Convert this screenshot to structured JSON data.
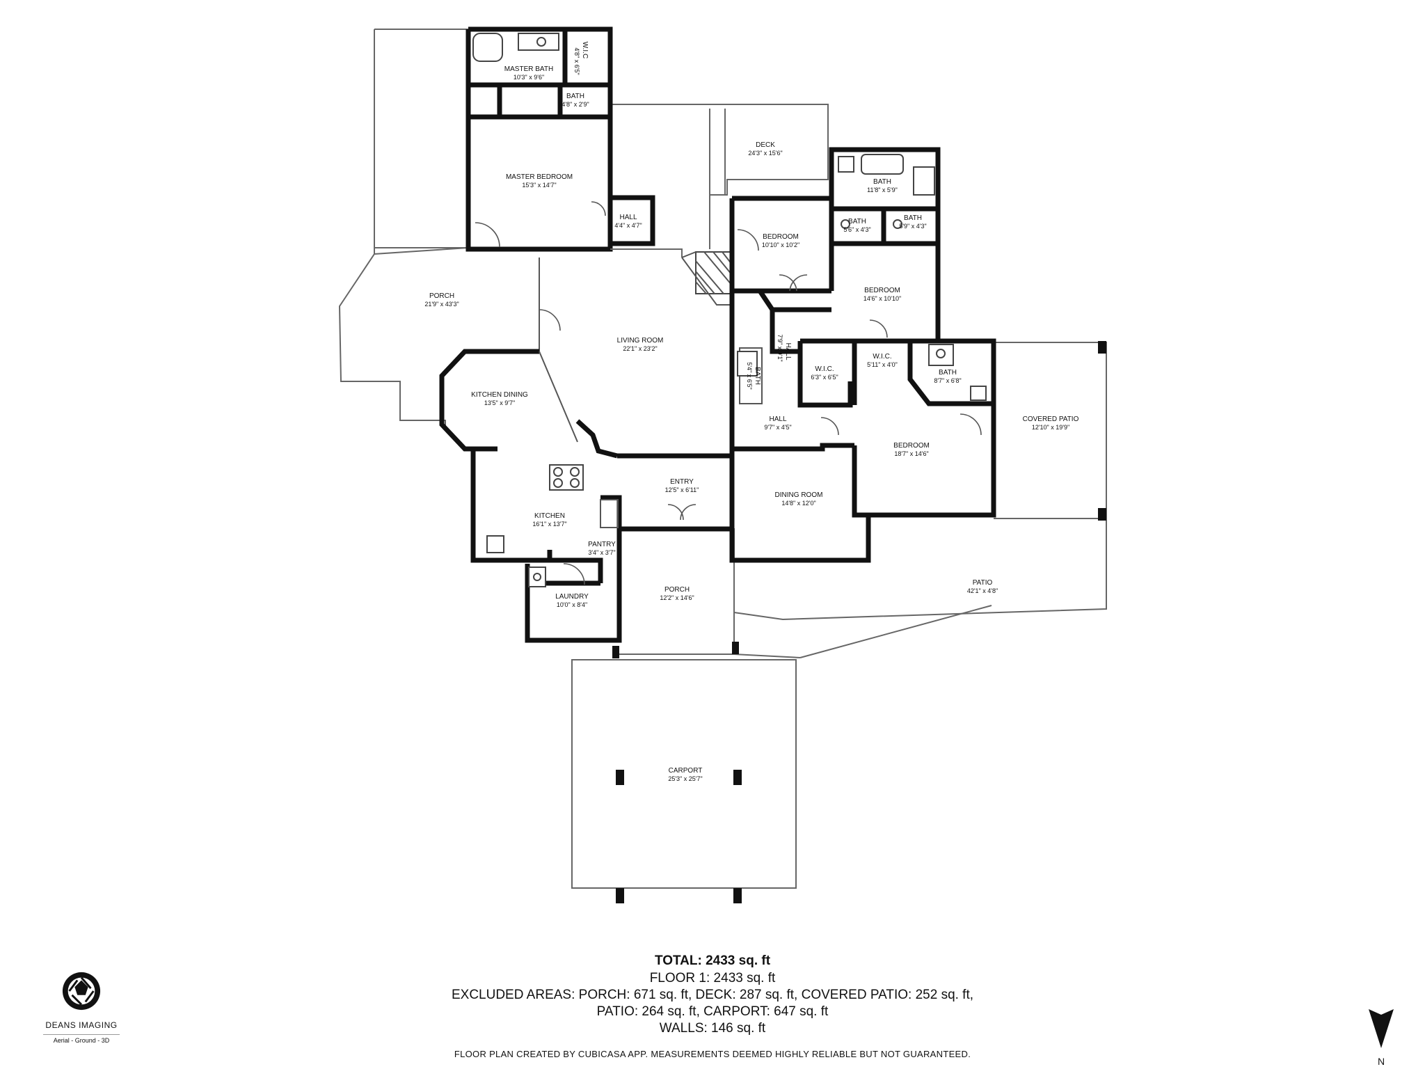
{
  "rooms": [
    {
      "name": "MASTER BATH",
      "dims": "10'3\" x 9'6\""
    },
    {
      "name": "W.I.C",
      "dims": "4'8\" x 6'5\""
    },
    {
      "name": "BATH",
      "dims": "4'8\" x 2'9\""
    },
    {
      "name": "MASTER BEDROOM",
      "dims": "15'3\" x 14'7\""
    },
    {
      "name": "HALL",
      "dims": "4'4\" x 4'7\""
    },
    {
      "name": "DECK",
      "dims": "24'3\" x 15'6\""
    },
    {
      "name": "BATH",
      "dims": "11'8\" x 5'9\""
    },
    {
      "name": "BATH",
      "dims": "5'6\" x 4'3\""
    },
    {
      "name": "BATH",
      "dims": "5'9\" x 4'3\""
    },
    {
      "name": "BEDROOM",
      "dims": "10'10\" x 10'2\""
    },
    {
      "name": "BEDROOM",
      "dims": "14'6\" x 10'10\""
    },
    {
      "name": "PORCH",
      "dims": "21'9\" x 43'3\""
    },
    {
      "name": "LIVING ROOM",
      "dims": "22'1\" x 23'2\""
    },
    {
      "name": "HALL",
      "dims": "7'9\" x 9'1\""
    },
    {
      "name": "BATH",
      "dims": "5'4\" x 6'5\""
    },
    {
      "name": "W.I.C.",
      "dims": "6'3\" x 6'5\""
    },
    {
      "name": "W.I.C.",
      "dims": "5'11\" x 4'0\""
    },
    {
      "name": "BATH",
      "dims": "8'7\" x 6'8\""
    },
    {
      "name": "KITCHEN DINING",
      "dims": "13'5\" x 9'7\""
    },
    {
      "name": "HALL",
      "dims": "9'7\" x 4'5\""
    },
    {
      "name": "BEDROOM",
      "dims": "18'7\" x 14'6\""
    },
    {
      "name": "COVERED PATIO",
      "dims": "12'10\" x 19'9\""
    },
    {
      "name": "ENTRY",
      "dims": "12'5\" x 6'11\""
    },
    {
      "name": "DINING ROOM",
      "dims": "14'8\" x 12'0\""
    },
    {
      "name": "KITCHEN",
      "dims": "16'1\" x 13'7\""
    },
    {
      "name": "PANTRY",
      "dims": "3'4\" x 3'7\""
    },
    {
      "name": "LAUNDRY",
      "dims": "10'0\" x 8'4\""
    },
    {
      "name": "PORCH",
      "dims": "12'2\" x 14'6\""
    },
    {
      "name": "PATIO",
      "dims": "42'1\" x 4'8\""
    },
    {
      "name": "CARPORT",
      "dims": "25'3\" x 25'7\""
    }
  ],
  "summary": {
    "total": "TOTAL: 2433 sq. ft",
    "floor1": "FLOOR 1: 2433 sq. ft",
    "excluded_line1": "EXCLUDED AREAS: PORCH: 671 sq. ft, DECK: 287 sq. ft, COVERED PATIO: 252 sq. ft,",
    "excluded_line2": "PATIO: 264 sq. ft, CARPORT: 647 sq. ft",
    "walls": "WALLS: 146 sq. ft"
  },
  "disclaimer": "FLOOR PLAN CREATED BY CUBICASA APP. MEASUREMENTS DEEMED HIGHLY RELIABLE BUT NOT GUARANTEED.",
  "logo": {
    "name": "DEANS IMAGING",
    "tagline": "Aerial - Ground - 3D",
    "icon": "camera-aperture-icon"
  },
  "compass": {
    "label": "N",
    "icon": "north-arrow-icon"
  }
}
